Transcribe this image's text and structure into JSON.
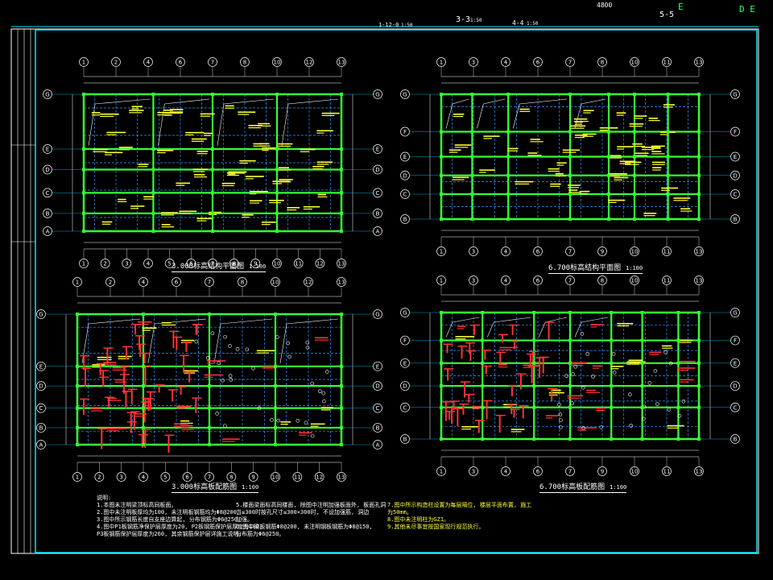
{
  "header": {
    "top_labels": [
      "4800",
      "3-3",
      "4-4",
      "1-12-0",
      "5-5"
    ],
    "scale_labels": [
      "1:50",
      "1:50",
      "1:50"
    ],
    "corner_letters": [
      "E",
      "D E"
    ]
  },
  "axes": {
    "top_plan_a": [
      "1",
      "2",
      "4",
      "6",
      "7",
      "8",
      "10",
      "12",
      "13"
    ],
    "bottom_plan_a": [
      "1",
      "2",
      "3",
      "4",
      "5",
      "6",
      "7",
      "8",
      "9",
      "10",
      "11",
      "12",
      "13"
    ],
    "top_plan_b": [
      "1",
      "3",
      "4",
      "6",
      "7",
      "8",
      "10",
      "11",
      "13"
    ],
    "bottom_plan_b": [
      "1",
      "3",
      "4",
      "6",
      "7",
      "9",
      "10",
      "11",
      "13"
    ],
    "rows_a": [
      "G",
      "E",
      "D",
      "C",
      "B",
      "A"
    ],
    "rows_b": [
      "G",
      "F",
      "E",
      "D",
      "C",
      "B"
    ]
  },
  "drawings": [
    {
      "title": "3.000标高结构平面图",
      "scale": "1:100"
    },
    {
      "title": "6.700标高结构平面图",
      "scale": "1:100"
    },
    {
      "title": "3.000标高板配筋图",
      "scale": "1:100"
    },
    {
      "title": "6.700标高板配筋图",
      "scale": "1:100"
    }
  ],
  "notes": {
    "col1": [
      "说明:",
      "1.本图未注明梁顶标高同板面。",
      "2.图中未注明板厚均为100, 未注明板钢筋均为Φ8@200。",
      "3.图中所示钢筋长度自支座边算起, 分布钢筋为Φ6@250。",
      "4.图中P1板钢筋净保护层厚度为20, P2板钢筋保护层厚度为100,",
      "  P3板钢筋保护层厚度为260, 其余钢筋保护层详施工说明。"
    ],
    "col2": [
      "5.楼面梁面标高同楼面, 除图中注明加强板面外, 板面孔洞",
      "  当≤300时按孔尺寸≤300×300时, 不设加强筋, 洞边",
      "  加强。",
      "6.图中梁板钢筋Φ8@200, 未注明钢板钢筋为Φ8@150,",
      "  分布筋为Φ6@250。"
    ],
    "col3": [
      "7.图中所示构造柱设置为每层隔位, 楼层平面布置, 施工",
      "  为50mm。",
      "8.图中未注明柱为GZ1。",
      "9.其他未尽事宜按国家现行规范执行。"
    ]
  },
  "colors": {
    "frame": "#00e5ff",
    "beam": "#33ff33",
    "dash": "#3399ff",
    "grid": "#00ccff",
    "rebar": "#ffff33",
    "red": "#ff3333",
    "text": "#ffffff"
  }
}
